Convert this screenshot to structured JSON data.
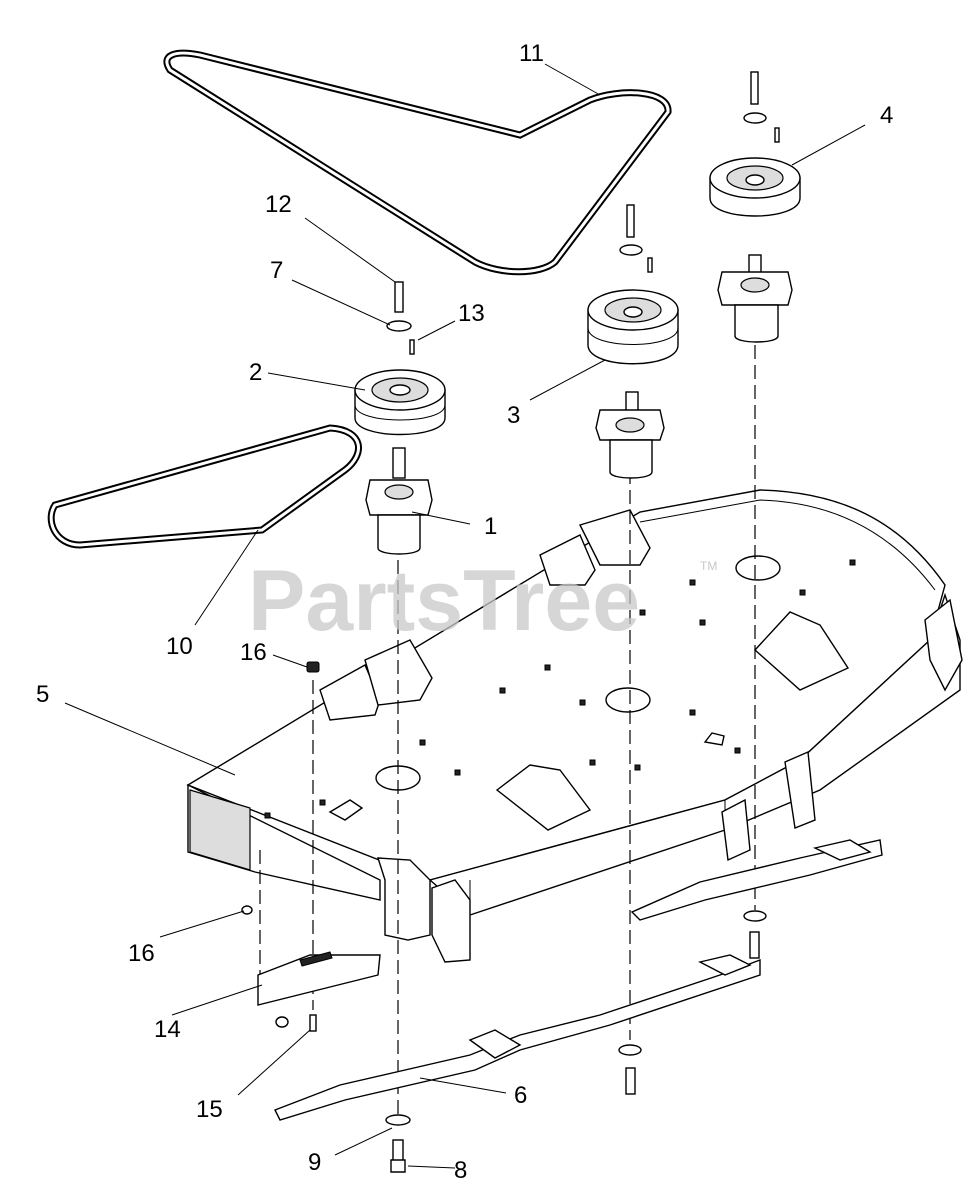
{
  "watermark": {
    "text": "PartsTree",
    "trademark": "TM"
  },
  "callouts": [
    {
      "id": "1",
      "label": "1"
    },
    {
      "id": "2",
      "label": "2"
    },
    {
      "id": "3",
      "label": "3"
    },
    {
      "id": "4",
      "label": "4"
    },
    {
      "id": "5",
      "label": "5"
    },
    {
      "id": "6",
      "label": "6"
    },
    {
      "id": "7",
      "label": "7"
    },
    {
      "id": "8",
      "label": "8"
    },
    {
      "id": "9",
      "label": "9"
    },
    {
      "id": "10",
      "label": "10"
    },
    {
      "id": "11",
      "label": "11"
    },
    {
      "id": "12",
      "label": "12"
    },
    {
      "id": "13",
      "label": "13"
    },
    {
      "id": "14",
      "label": "14"
    },
    {
      "id": "15",
      "label": "15"
    },
    {
      "id": "16a",
      "label": "16"
    },
    {
      "id": "16b",
      "label": "16"
    }
  ]
}
